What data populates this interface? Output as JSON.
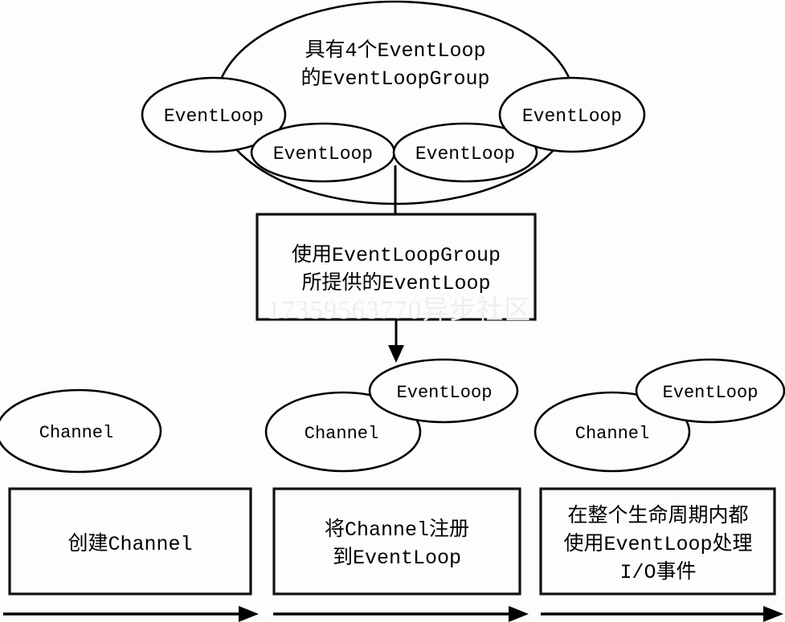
{
  "diagram": {
    "title": "Netty EventLoopGroup / EventLoop / Channel lifecycle",
    "colors": {
      "stroke": "#000000",
      "background": "#fdfdfd",
      "watermark": "#eeeeee"
    },
    "cloud": {
      "caption_line1": "具有4个EventLoop",
      "caption_line2": "的EventLoopGroup",
      "event_loops": [
        {
          "label": "EventLoop"
        },
        {
          "label": "EventLoop"
        },
        {
          "label": "EventLoop"
        },
        {
          "label": "EventLoop"
        }
      ]
    },
    "middle_box": {
      "line1": "使用EventLoopGroup",
      "line2": "所提供的EventLoop"
    },
    "watermark": "17359563770异步社区",
    "groups": [
      {
        "channel_label": "Channel",
        "event_loop_label": null
      },
      {
        "channel_label": "Channel",
        "event_loop_label": "EventLoop"
      },
      {
        "channel_label": "Channel",
        "event_loop_label": "EventLoop"
      }
    ],
    "stage_boxes": [
      {
        "line1": "创建Channel",
        "line2": null,
        "line3": null
      },
      {
        "line1": "将Channel注册",
        "line2": "到EventLoop",
        "line3": null
      },
      {
        "line1": "在整个生命周期内都",
        "line2": "使用EventLoop处理",
        "line3": "I/O事件"
      }
    ],
    "flow_arrows": [
      {
        "name": "stage-1-arrow"
      },
      {
        "name": "stage-2-arrow"
      },
      {
        "name": "stage-3-arrow"
      }
    ]
  }
}
